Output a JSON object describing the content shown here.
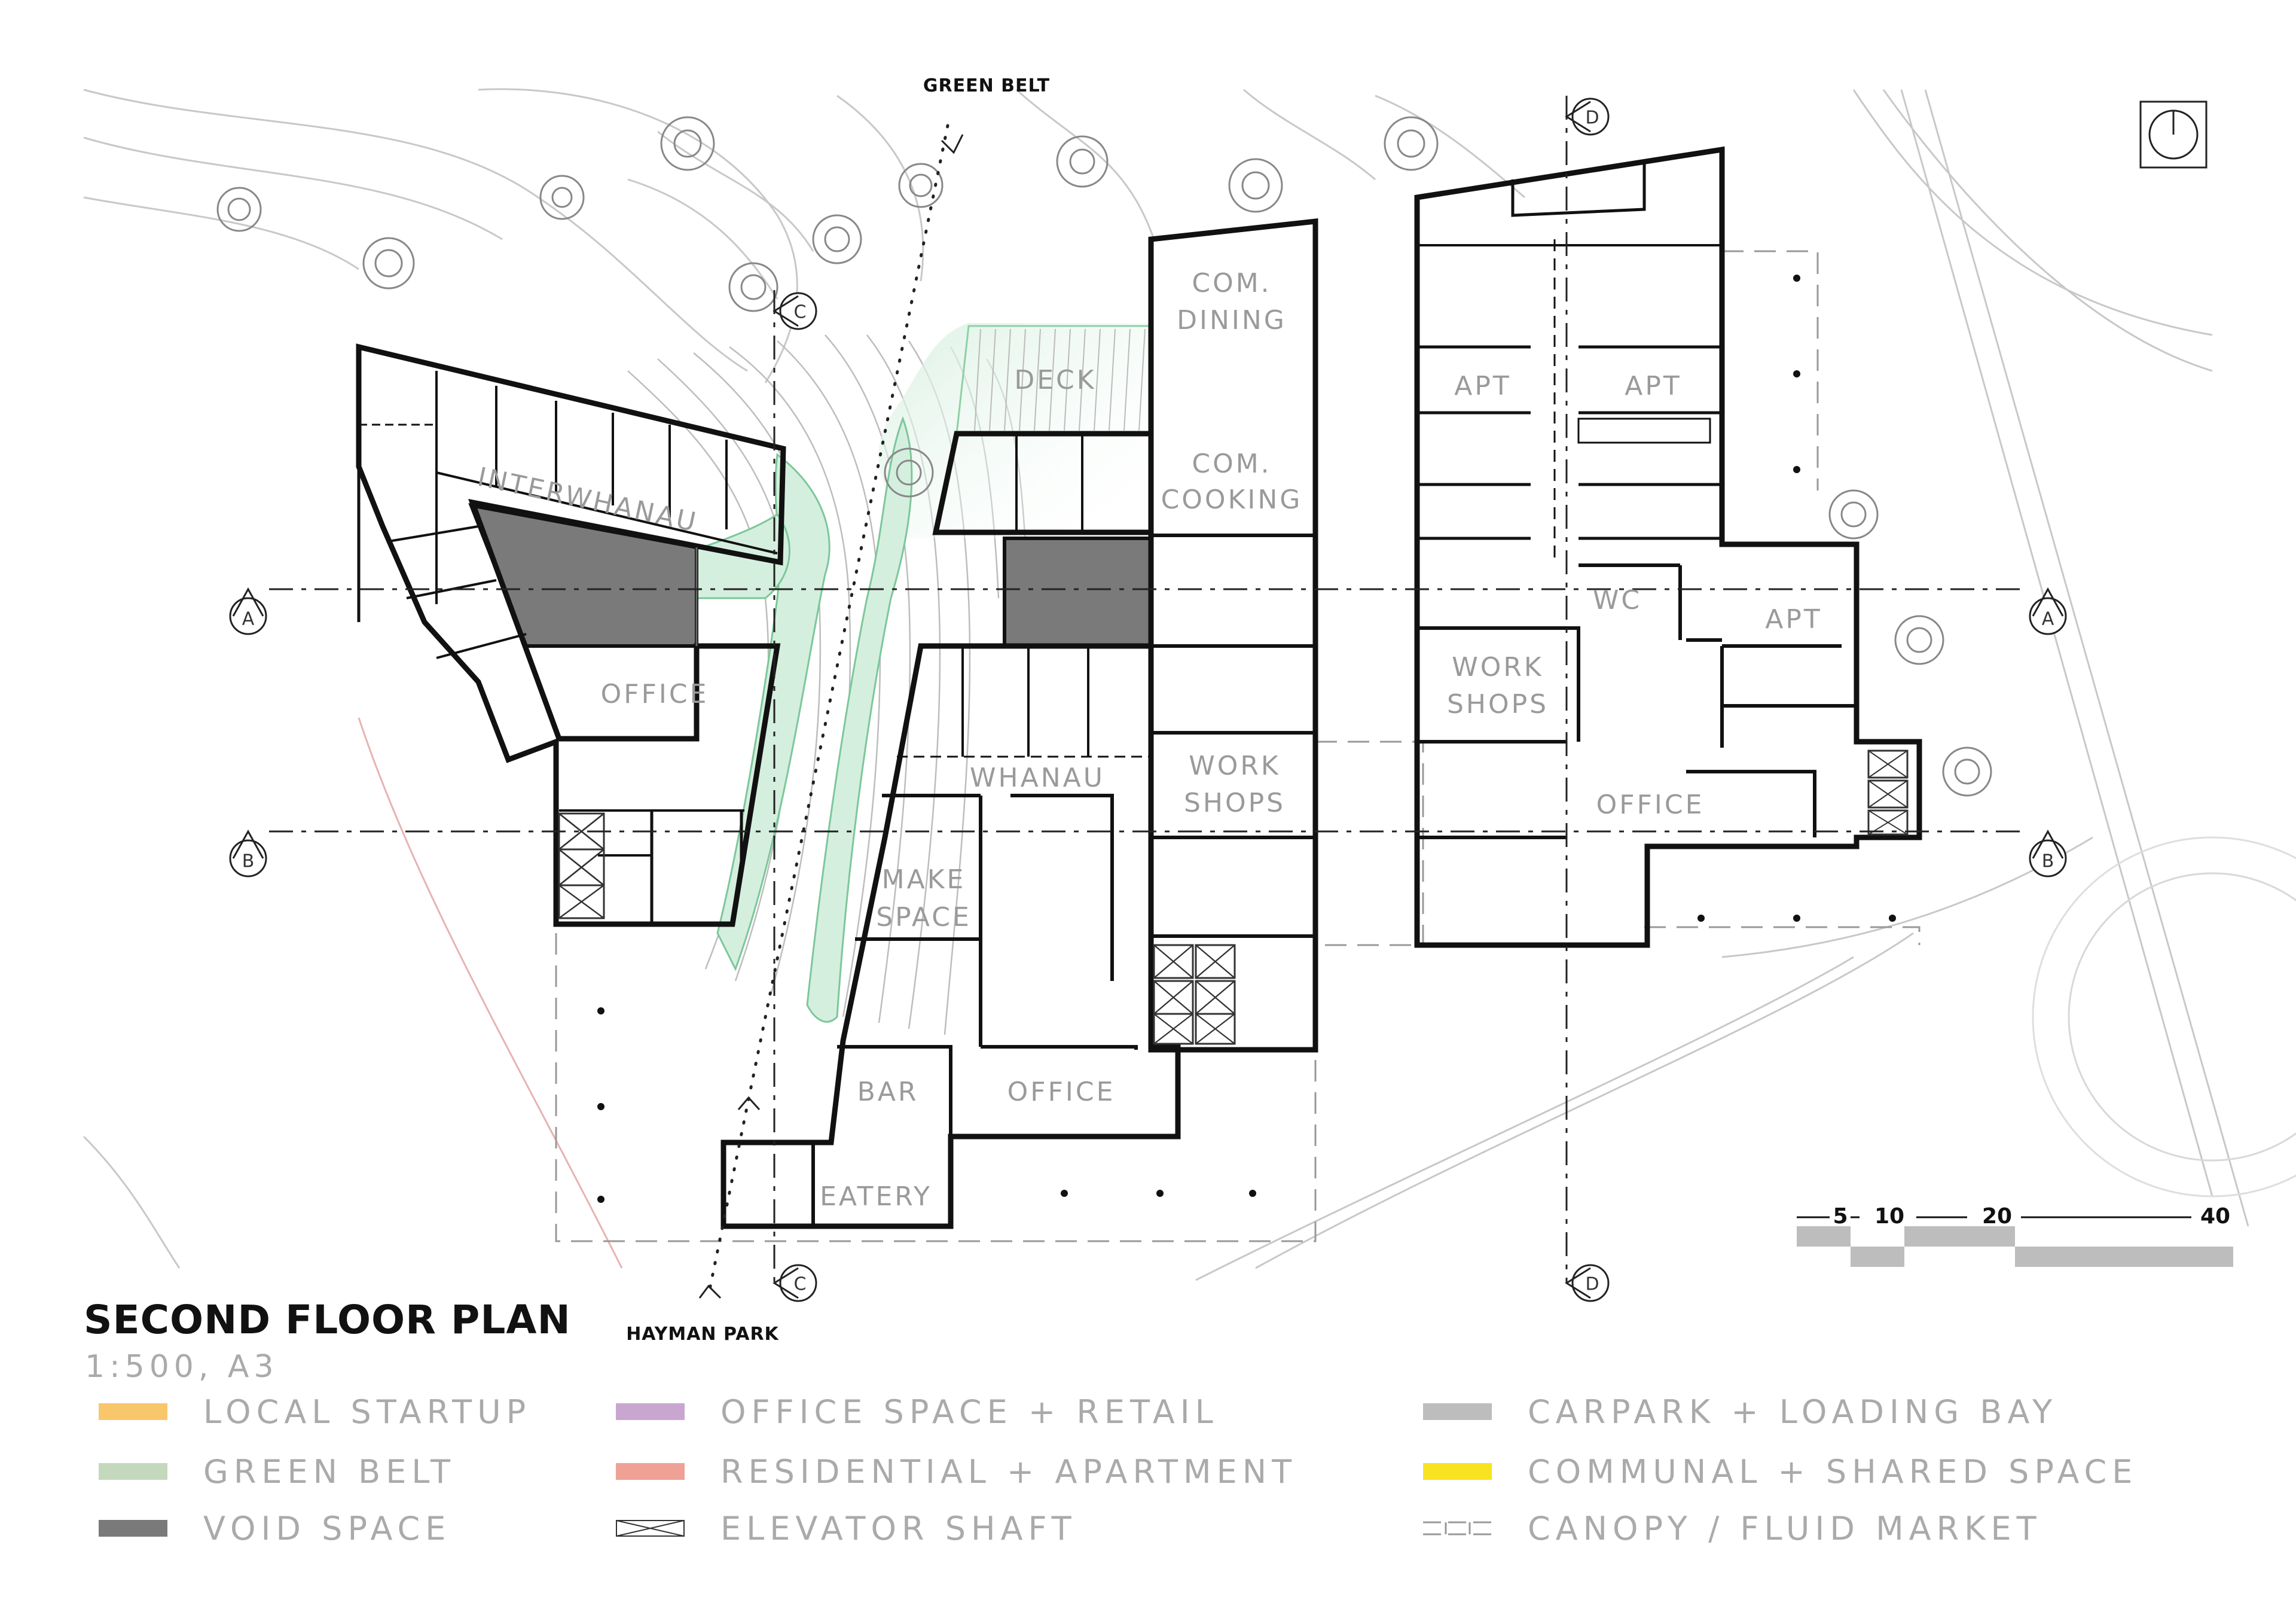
{
  "plan": {
    "title": "SECOND FLOOR PLAN",
    "scale_note": "1:500, A3"
  },
  "road_labels": {
    "green_belt": "GREEN BELT",
    "hayman_park": "HAYMAN PARK"
  },
  "rooms": {
    "interwhanau": "INTERWHANAU",
    "office_west": "OFFICE",
    "deck": "DECK",
    "com_dining_1": "COM.",
    "com_dining_2": "DINING",
    "com_cooking_1": "COM.",
    "com_cooking_2": "COOKING",
    "whanau": "WHANAU",
    "workshops_mid_1": "WORK",
    "workshops_mid_2": "SHOPS",
    "make_space_1": "MAKE",
    "make_space_2": "SPACE",
    "bar": "BAR",
    "office_south": "OFFICE",
    "eatery": "EATERY",
    "apt_1": "APT",
    "apt_2": "APT",
    "wc": "WC",
    "apt_3": "APT",
    "workshops_east_1": "WORK",
    "workshops_east_2": "SHOPS",
    "office_east": "OFFICE"
  },
  "section_markers": {
    "a": "A",
    "b": "B",
    "c": "C",
    "d": "D"
  },
  "scale_bar": {
    "ticks": [
      "5",
      "10",
      "20",
      "40"
    ]
  },
  "legend": {
    "items": [
      {
        "label": "LOCAL STARTUP",
        "color": "#F9C76B"
      },
      {
        "label": "GREEN BELT",
        "color": "#C4D8BE"
      },
      {
        "label": "VOID SPACE",
        "color": "#7A7A7A"
      },
      {
        "label": "OFFICE SPACE + RETAIL",
        "color": "#C9A6CF"
      },
      {
        "label": "RESIDENTIAL + APARTMENT",
        "color": "#EFA195"
      },
      {
        "label": "ELEVATOR SHAFT",
        "color": "#FFFFFF"
      },
      {
        "label": "CARPARK + LOADING BAY",
        "color": "#BDBDBD"
      },
      {
        "label": "COMMUNAL + SHARED SPACE",
        "color": "#F7E321"
      },
      {
        "label": "CANOPY / FLUID  MARKET",
        "color": "#FFFFFF"
      }
    ]
  },
  "colors": {
    "void": "#7A7A7A",
    "green_belt": "#CDEBD6",
    "wall": "#111111",
    "contour": "#BBBBBB"
  },
  "icons": {
    "north": "north-arrow-icon",
    "tree": "tree-icon"
  }
}
